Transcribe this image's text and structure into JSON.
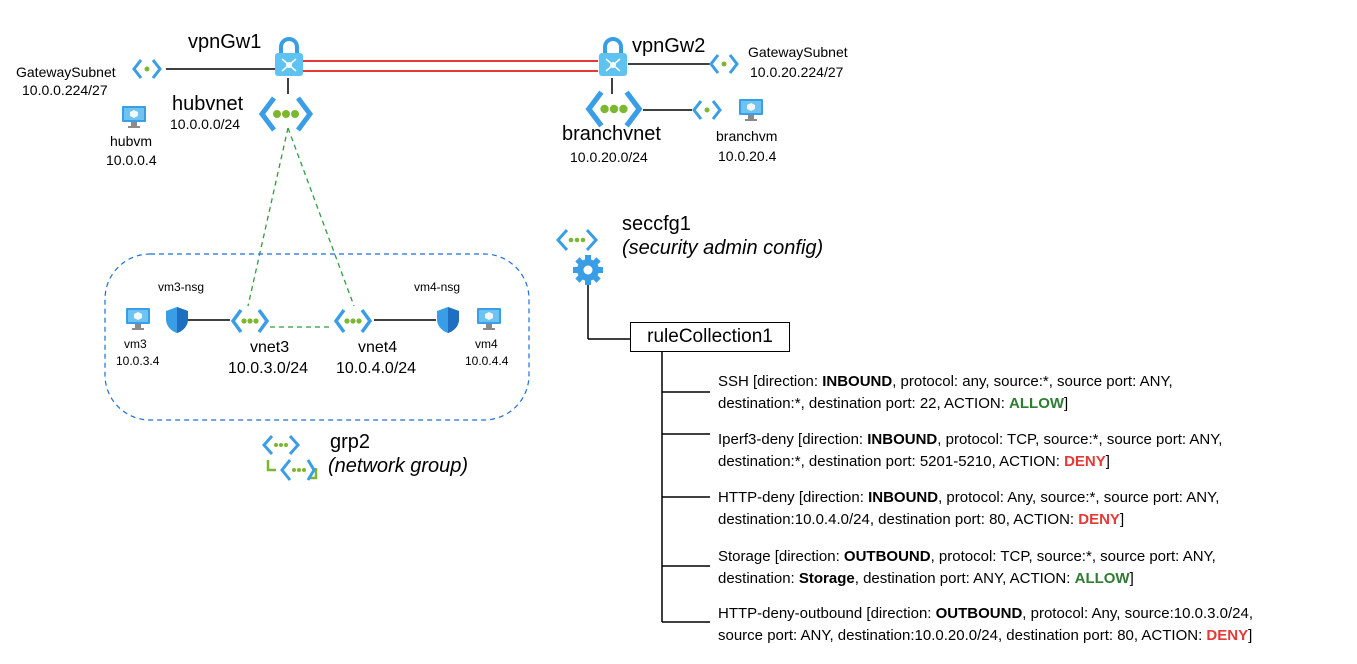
{
  "hub": {
    "gw_name": "vpnGw1",
    "gw_subnet_name": "GatewaySubnet",
    "gw_subnet_cidr": "10.0.0.224/27",
    "vnet_name": "hubvnet",
    "vnet_cidr": "10.0.0.0/24",
    "vm_name": "hubvm",
    "vm_ip": "10.0.0.4"
  },
  "branch": {
    "gw_name": "vpnGw2",
    "gw_subnet_name": "GatewaySubnet",
    "gw_subnet_cidr": "10.0.20.224/27",
    "vnet_name": "branchvnet",
    "vnet_cidr": "10.0.20.0/24",
    "vm_name": "branchvm",
    "vm_ip": "10.0.20.4"
  },
  "group": {
    "name": "grp2",
    "type": "(network group)",
    "vm3_nsg": "vm3-nsg",
    "vm4_nsg": "vm4-nsg",
    "vm3_name": "vm3",
    "vm3_ip": "10.0.3.4",
    "vm4_name": "vm4",
    "vm4_ip": "10.0.4.4",
    "vnet3_name": "vnet3",
    "vnet3_cidr": "10.0.3.0/24",
    "vnet4_name": "vnet4",
    "vnet4_cidr": "10.0.4.0/24"
  },
  "security": {
    "name": "seccfg1",
    "type": "(security admin config)",
    "collection": "ruleCollection1"
  },
  "rules": [
    {
      "name": "SSH",
      "direction": "INBOUND",
      "protocol": "any",
      "source": "*",
      "source_port": "ANY",
      "destination": "*",
      "destination_port": "22",
      "action": "ALLOW"
    },
    {
      "name": "Iperf3-deny",
      "direction": "INBOUND",
      "protocol": "TCP",
      "source": "*",
      "source_port": "ANY",
      "destination": "*",
      "destination_port": "5201-5210",
      "action": "DENY"
    },
    {
      "name": "HTTP-deny",
      "direction": "INBOUND",
      "protocol": "Any",
      "source": "*",
      "source_port": "ANY",
      "destination": "10.0.4.0/24",
      "destination_port": "80",
      "action": "DENY"
    },
    {
      "name": "Storage",
      "direction": "OUTBOUND",
      "protocol": "TCP",
      "source": "*",
      "source_port": "ANY",
      "destination": "Storage",
      "destination_port": "ANY",
      "action": "ALLOW"
    },
    {
      "name": "HTTP-deny-outbound",
      "direction": "OUTBOUND",
      "protocol": "Any",
      "source": "10.0.3.0/24",
      "source_port": "ANY",
      "destination": "10.0.20.0/24",
      "destination_port": "80",
      "action": "DENY"
    }
  ],
  "colors": {
    "vpn_link": "#e53935",
    "peering": "#2e9e3f",
    "group_border": "#1e6fd9",
    "allow": "#2e7d32",
    "deny": "#e53935"
  }
}
